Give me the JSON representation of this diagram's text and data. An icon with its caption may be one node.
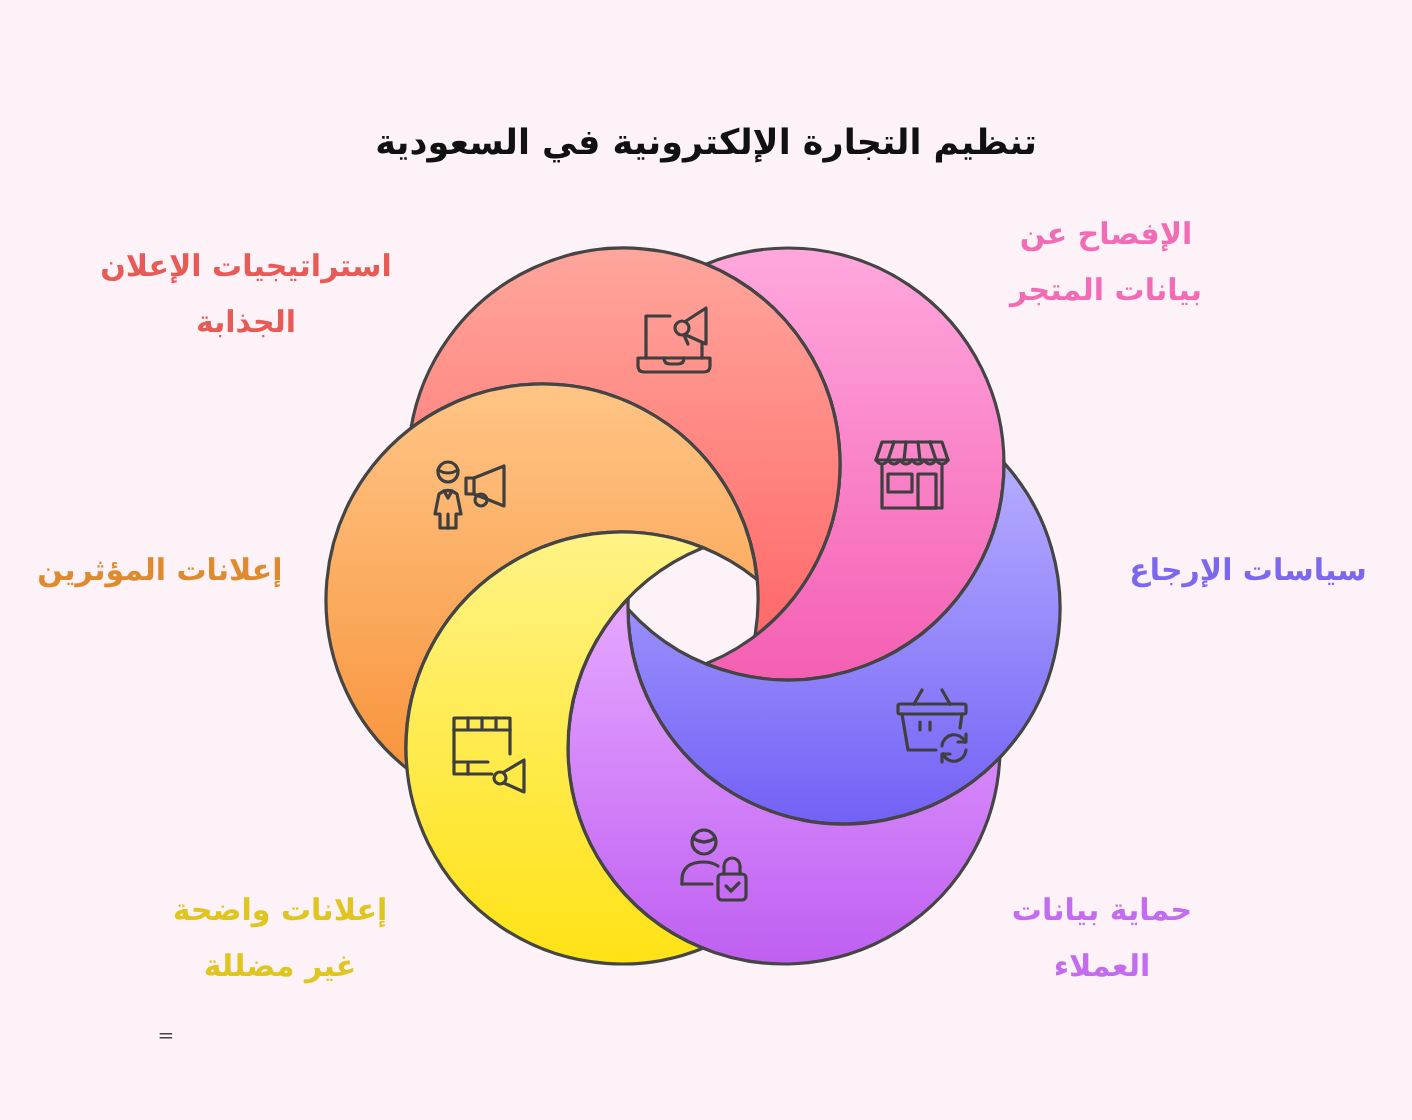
{
  "diagram": {
    "title": "تنظيم التجارة الإلكترونية في السعودية",
    "nodes": [
      {
        "text": [],
        "shape": "crescent",
        "beside": [
          "الإفصاح عن بيانات المتجر"
        ]
      },
      {
        "text": [],
        "shape": "crescent",
        "beside": [
          "استراتيجيات الإعلان الجذابة"
        ]
      },
      {
        "text": [],
        "shape": "crescent",
        "beside": [
          "سياسات الإرجاع"
        ]
      },
      {
        "text": [],
        "shape": "crescent",
        "beside": [
          "إعلانات المؤثرين"
        ]
      },
      {
        "text": [],
        "shape": "crescent",
        "beside": [
          "حماية بيانات العملاء"
        ]
      },
      {
        "text": [],
        "shape": "crescent",
        "beside": [
          "إعلانات واضحة غير مضللة"
        ]
      }
    ],
    "labels": [
      "="
    ]
  }
}
